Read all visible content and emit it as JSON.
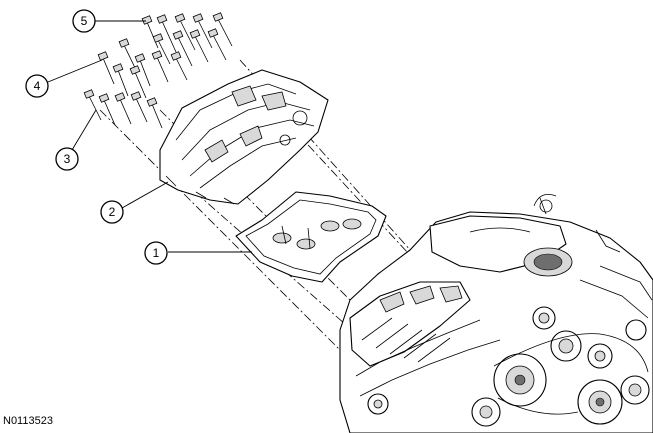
{
  "figure_id": "N0113523",
  "callouts": [
    {
      "label": "1"
    },
    {
      "label": "2"
    },
    {
      "label": "3"
    },
    {
      "label": "4"
    },
    {
      "label": "5"
    }
  ],
  "colors": {
    "line": "#000000",
    "background": "#ffffff",
    "shade": "#d9d9d9"
  }
}
